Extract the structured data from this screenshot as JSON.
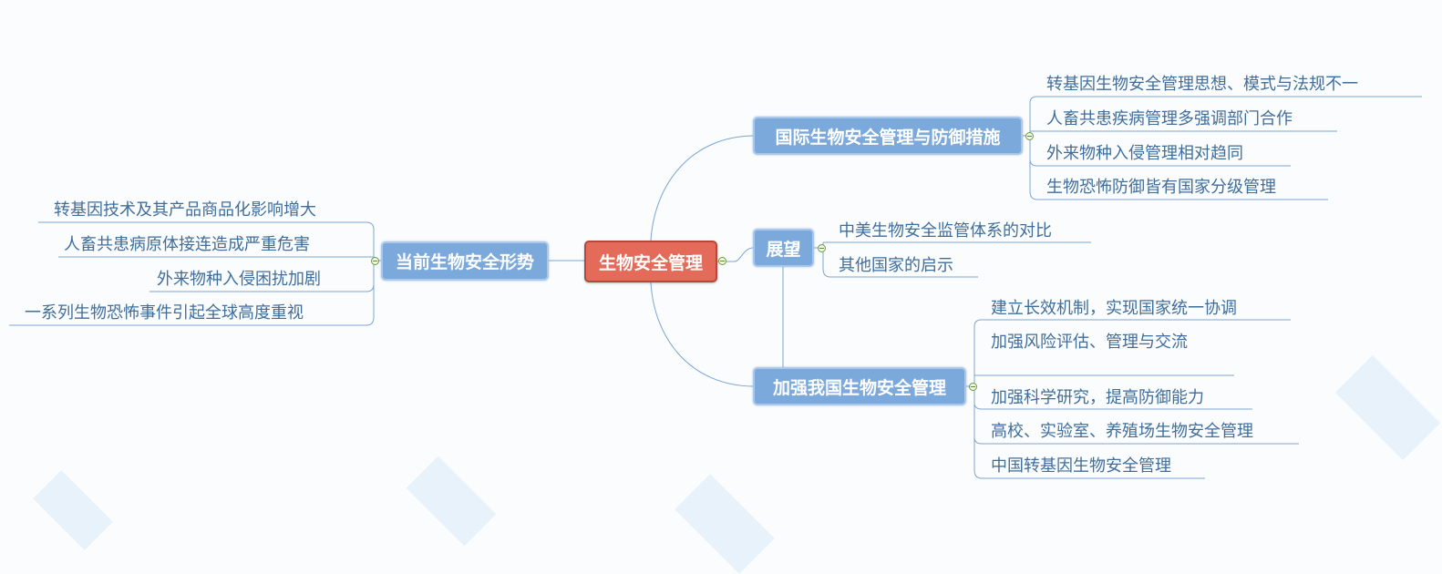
{
  "colors": {
    "root_fill": "#e46a5a",
    "main_fill": "#7ca9db",
    "leaf_text": "#3f6e9c",
    "connector": "#7aa6d1"
  },
  "mindmap": {
    "root": {
      "label": "生物安全管理"
    },
    "left": {
      "label": "当前生物安全形势",
      "children": [
        "转基因技术及其产品商品化影响增大",
        "人畜共患病原体接连造成严重危害",
        "外来物种入侵困扰加剧",
        "一系列生物恐怖事件引起全球高度重视"
      ]
    },
    "right_top": {
      "label": "国际生物安全管理与防御措施",
      "children": [
        "转基因生物安全管理思想、模式与法规不一",
        "人畜共患疾病管理多强调部门合作",
        "外来物种入侵管理相对趋同",
        "生物恐怖防御皆有国家分级管理"
      ]
    },
    "right_mid": {
      "label": "展望",
      "children": [
        "中美生物安全监管体系的对比",
        "其他国家的启示"
      ]
    },
    "right_bottom": {
      "label": "加强我国生物安全管理",
      "children": [
        "建立长效机制，实现国家统一协调",
        "加强风险评估、管理与交流",
        "加强科学研究，提高防御能力",
        "高校、实验室、养殖场生物安全管理",
        "中国转基因生物安全管理"
      ]
    }
  }
}
